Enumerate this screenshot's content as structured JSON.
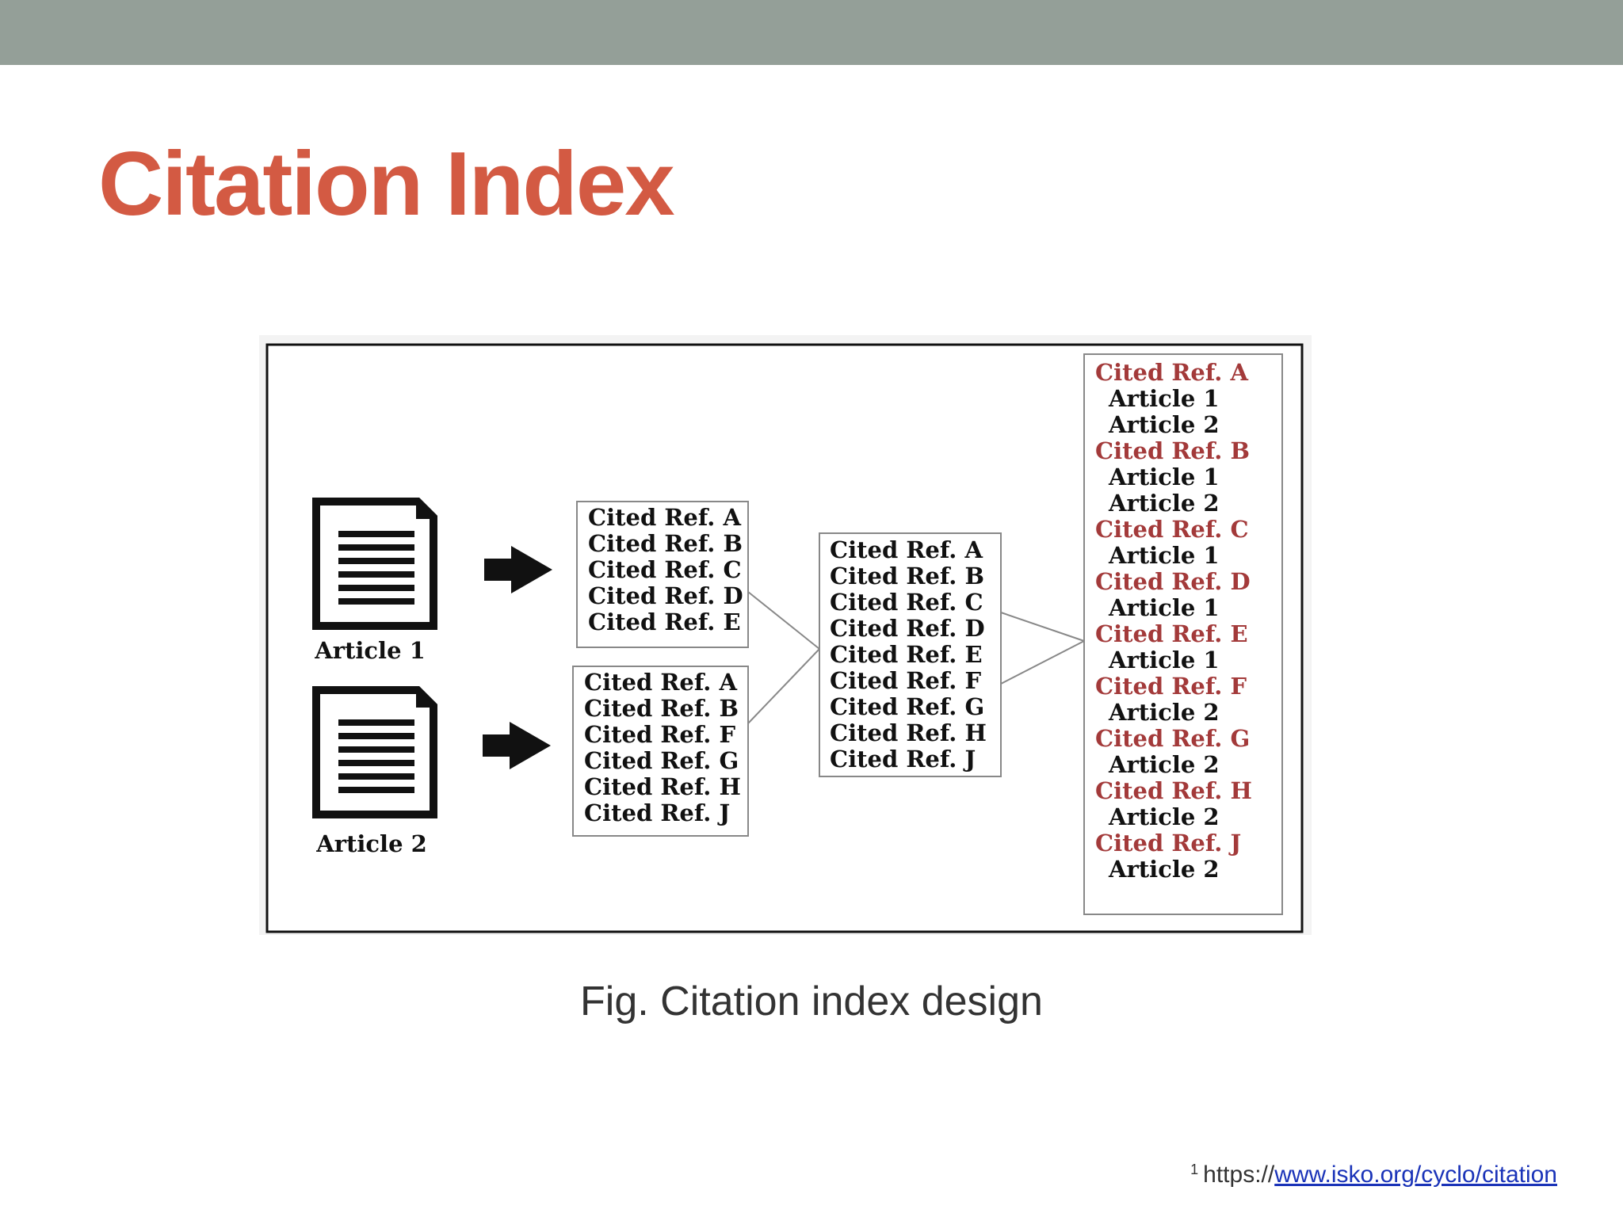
{
  "slide": {
    "title": "Citation Index",
    "caption": "Fig. Citation index design",
    "footnote_marker": "1",
    "footnote_prefix": "https://",
    "footnote_link": "www.isko.org/cyclo/citation"
  },
  "colors": {
    "top_bar": "#949f98",
    "title": "#d35a43",
    "cited_ref_red": "#a33a3a",
    "link": "#1a33b8"
  },
  "diagram": {
    "articles": [
      {
        "label": "Article 1",
        "icon": "document-icon"
      },
      {
        "label": "Article 2",
        "icon": "document-icon"
      }
    ],
    "article1_refs": [
      "Cited Ref. A",
      "Cited Ref. B",
      "Cited Ref. C",
      "Cited Ref. D",
      "Cited Ref. E"
    ],
    "article2_refs": [
      "Cited Ref. A",
      "Cited Ref. B",
      "Cited Ref. F",
      "Cited Ref. G",
      "Cited Ref. H",
      "Cited Ref. J"
    ],
    "merged_refs": [
      "Cited Ref. A",
      "Cited Ref. B",
      "Cited Ref. C",
      "Cited Ref. D",
      "Cited Ref. E",
      "Cited Ref. F",
      "Cited Ref. G",
      "Cited Ref. H",
      "Cited Ref. J"
    ],
    "index": [
      {
        "ref": "Cited Ref. A",
        "articles": [
          "Article 1",
          "Article 2"
        ]
      },
      {
        "ref": "Cited Ref. B",
        "articles": [
          "Article 1",
          "Article 2"
        ]
      },
      {
        "ref": "Cited Ref. C",
        "articles": [
          "Article 1"
        ]
      },
      {
        "ref": "Cited Ref. D",
        "articles": [
          "Article 1"
        ]
      },
      {
        "ref": "Cited Ref. E",
        "articles": [
          "Article 1"
        ]
      },
      {
        "ref": "Cited Ref. F",
        "articles": [
          "Article 2"
        ]
      },
      {
        "ref": "Cited Ref. G",
        "articles": [
          "Article 2"
        ]
      },
      {
        "ref": "Cited Ref. H",
        "articles": [
          "Article 2"
        ]
      },
      {
        "ref": "Cited Ref. J",
        "articles": [
          "Article 2"
        ]
      }
    ]
  }
}
